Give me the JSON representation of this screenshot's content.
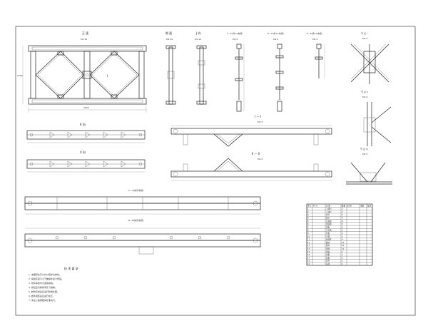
{
  "colors": {
    "line": "#222222",
    "paper": "#ffffff"
  },
  "views": {
    "front": {
      "title": "正 面",
      "scale": "M1:10"
    },
    "side": {
      "title": "侧 面",
      "scale": "M1:10"
    },
    "j_view": {
      "title": "J 向",
      "scale": "M1:10"
    },
    "c_section": {
      "title": "C—C(件11未视)",
      "scale": "M1:5"
    },
    "d_section": {
      "title": "D—D(件11未视)",
      "scale": "M1:5"
    },
    "e_section": {
      "title": "E—E(件11未视)",
      "scale": "M1:5"
    },
    "node_i": {
      "title": "节 点 I",
      "scale": "M1:5"
    },
    "node_ii": {
      "title": "节 点 II",
      "scale": "M1:5"
    },
    "node_iii": {
      "title": "节 点 III",
      "scale": "M1:5"
    },
    "k_view": {
      "title": "K 向"
    },
    "x_view": {
      "title": "X 向"
    },
    "section_1": {
      "title": "I — I",
      "scale": "M1:5"
    },
    "section_2": {
      "title": "II — II",
      "scale": "M1:5"
    },
    "a_chord": {
      "title": "A—A(拼杆未视)"
    },
    "b_chord": {
      "title": "B—B(拼杆未视)"
    }
  },
  "front_marks": {
    "center": "I",
    "width": "3000",
    "height": "1500"
  },
  "notes": {
    "title": "技 术 要 求",
    "items": [
      "1. 本图所注尺寸均以毫米为单位。",
      "2. 焊缝高度不小于被焊件最小厚度。",
      "3. 所有焊缝均为连续焊缝。",
      "4. 焊后应清除焊渣及飞溅物。",
      "5. 制作完成后应进行防锈处理。",
      "6. 各件组装后应进行校正。",
      "7. 未注公差按相关标准执行。"
    ]
  },
  "parts_table": {
    "headers": [
      "序号",
      "代 号",
      "名 称",
      "数量",
      "材 料",
      "重量",
      "备注"
    ],
    "rows": [
      [
        "1",
        "",
        "上弦杆",
        "2",
        "",
        "",
        ""
      ],
      [
        "2",
        "",
        "下弦杆",
        "2",
        "",
        "",
        ""
      ],
      [
        "3",
        "",
        "竖杆",
        "2",
        "",
        "",
        ""
      ],
      [
        "4",
        "",
        "斜杆",
        "4",
        "",
        "",
        ""
      ],
      [
        "5",
        "",
        "连接板",
        "4",
        "",
        "",
        ""
      ],
      [
        "6",
        "",
        "加劲板",
        "8",
        "",
        "",
        ""
      ],
      [
        "7",
        "",
        "垫板",
        "4",
        "",
        "",
        ""
      ],
      [
        "8",
        "",
        "节点板",
        "2",
        "",
        "",
        ""
      ],
      [
        "9",
        "",
        "耳板",
        "4",
        "",
        "",
        ""
      ],
      [
        "10",
        "",
        "支撑",
        "2",
        "",
        "",
        ""
      ],
      [
        "11",
        "",
        "连接件",
        "4",
        "",
        "",
        ""
      ],
      [
        "12",
        "",
        "螺栓",
        "16",
        "",
        "",
        ""
      ],
      [
        "13",
        "",
        "螺母",
        "16",
        "",
        "",
        ""
      ],
      [
        "14",
        "",
        "垫圈",
        "16",
        "",
        "",
        ""
      ],
      [
        "15",
        "",
        "销轴",
        "2",
        "",
        "",
        ""
      ],
      [
        "16",
        "",
        "挡板",
        "2",
        "",
        "",
        ""
      ],
      [
        "17",
        "",
        "盖板",
        "2",
        "",
        "",
        ""
      ],
      [
        "18",
        "",
        "焊件",
        "1",
        "",
        "",
        ""
      ],
      [
        "19",
        "",
        "标牌",
        "1",
        "",
        "",
        ""
      ]
    ]
  }
}
